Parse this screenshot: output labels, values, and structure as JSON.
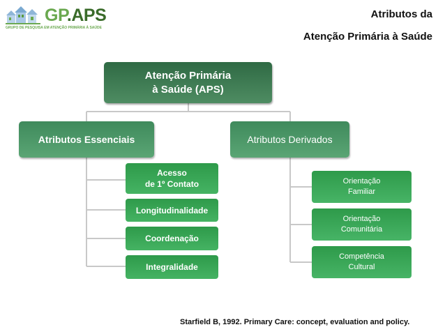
{
  "logo": {
    "brand": "GP",
    "brand_accent": ".APS",
    "subtitle": "GRUPO DE PESQUISA EM ATENÇÃO PRIMÁRIA À SAÚDE",
    "icon": "houses-icon"
  },
  "heading": {
    "line1": "Atributos da",
    "line2": "Atenção Primária à Saúde"
  },
  "diagram": {
    "root": {
      "line1": "Atenção Primária",
      "line2": "à Saúde (APS)"
    },
    "essential": {
      "label": "Atributos Essenciais",
      "items": [
        {
          "line1": "Acesso",
          "line2": "de 1º Contato"
        },
        {
          "line1": "Longitudinalidade",
          "line2": ""
        },
        {
          "line1": "Coordenação",
          "line2": ""
        },
        {
          "line1": "Integralidade",
          "line2": ""
        }
      ]
    },
    "derived": {
      "label": "Atributos Derivados",
      "items": [
        {
          "line1": "Orientação",
          "line2": "Familiar"
        },
        {
          "line1": "Orientação",
          "line2": "Comunitária"
        },
        {
          "line1": "Competência",
          "line2": "Cultural"
        }
      ]
    }
  },
  "citation": "Starfield B, 1992. Primary Care: concept, evaluation and policy.",
  "colors": {
    "root": "#3a7a50",
    "category": "#4c9a68",
    "item": "#38a756",
    "connector": "#c8c8c8",
    "logo_green": "#6aa84f"
  }
}
